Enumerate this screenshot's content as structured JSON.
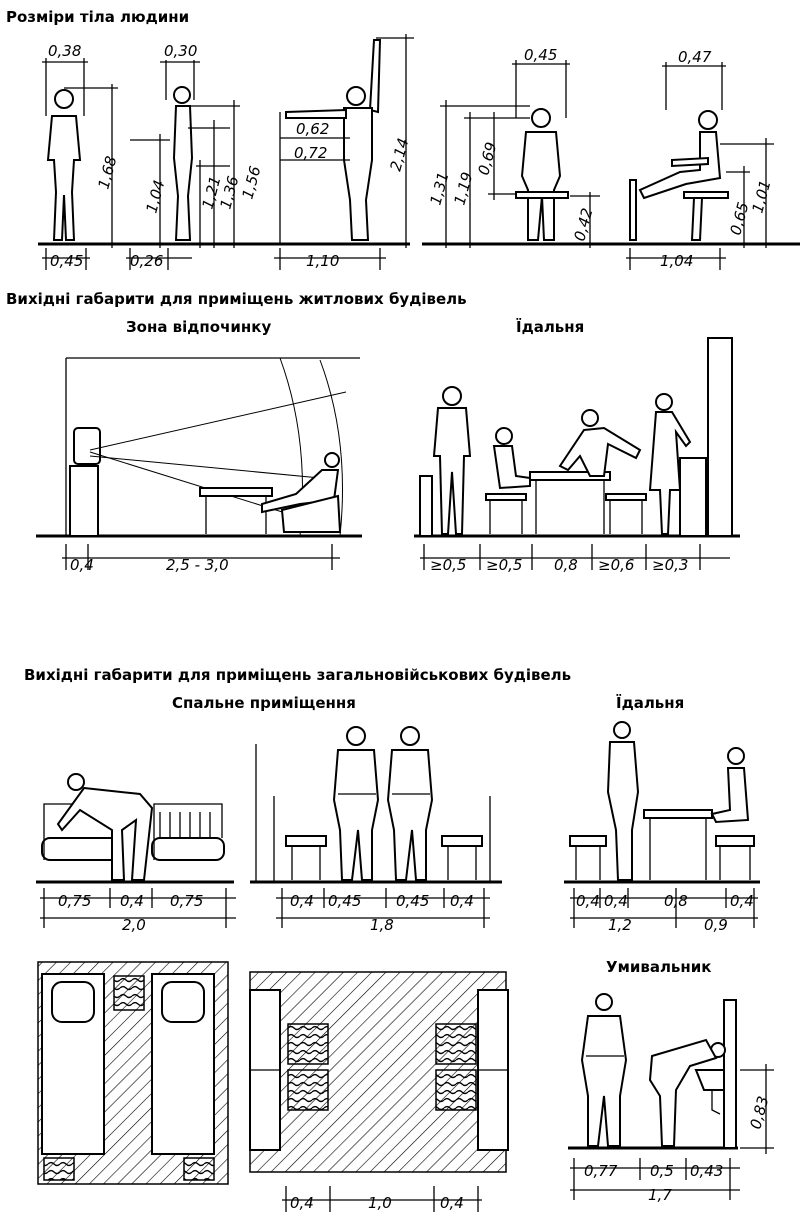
{
  "headings": {
    "body_sizes": "Розміри тіла людини",
    "residential": "Вихідні габарити для приміщень житлових будівель",
    "military": "Вихідні габарити для приміщень загальновійськових будівель"
  },
  "subheadings": {
    "rest_zone": "Зона відпочинку",
    "dining_res": "Їдальня",
    "sleeping": "Спальне приміщення",
    "dining_mil": "Їдальня",
    "washroom": "Умивальник"
  },
  "body_sizes": {
    "f1": {
      "top": "0,38",
      "bottom": "0,45",
      "height": "1,68"
    },
    "f2": {
      "top": "0,30",
      "bottom": "0,26",
      "h1": "1,04",
      "h2": "1,21",
      "h3": "1,36",
      "h4": "1,56"
    },
    "f3": {
      "reach1": "0,62",
      "reach2": "0,72",
      "height": "2,14",
      "bottom": "1,10"
    },
    "f4": {
      "top": "0,45",
      "h1": "1,31",
      "h2": "1,19",
      "h3": "0,69",
      "seat": "0,42"
    },
    "f5": {
      "top": "0,47",
      "h1": "1,01",
      "h2": "0,65",
      "bottom": "1,04"
    }
  },
  "rest_zone_dims": [
    "0,4",
    "2,5 - 3,0"
  ],
  "dining_res_dims": [
    "≥0,5",
    "≥0,5",
    "0,8",
    "≥0,6",
    "≥0,3"
  ],
  "sleeping_dims": {
    "row": [
      "0,75",
      "0,4",
      "0,75"
    ],
    "total": "2,0"
  },
  "barracks_dims": {
    "row": [
      "0,4",
      "0,45",
      "0,45",
      "0,4"
    ],
    "total": "1,8"
  },
  "dining_mil_dims": {
    "row": [
      "0,4",
      "0,4",
      "0,8",
      "0,4"
    ],
    "totals": [
      "1,2",
      "0,9"
    ]
  },
  "plan_dims": [
    "0,4",
    "1,0",
    "0,4"
  ],
  "washroom_dims": {
    "row": [
      "0,77",
      "0,5",
      "0,43"
    ],
    "total": "1,7",
    "height": "0,83"
  }
}
